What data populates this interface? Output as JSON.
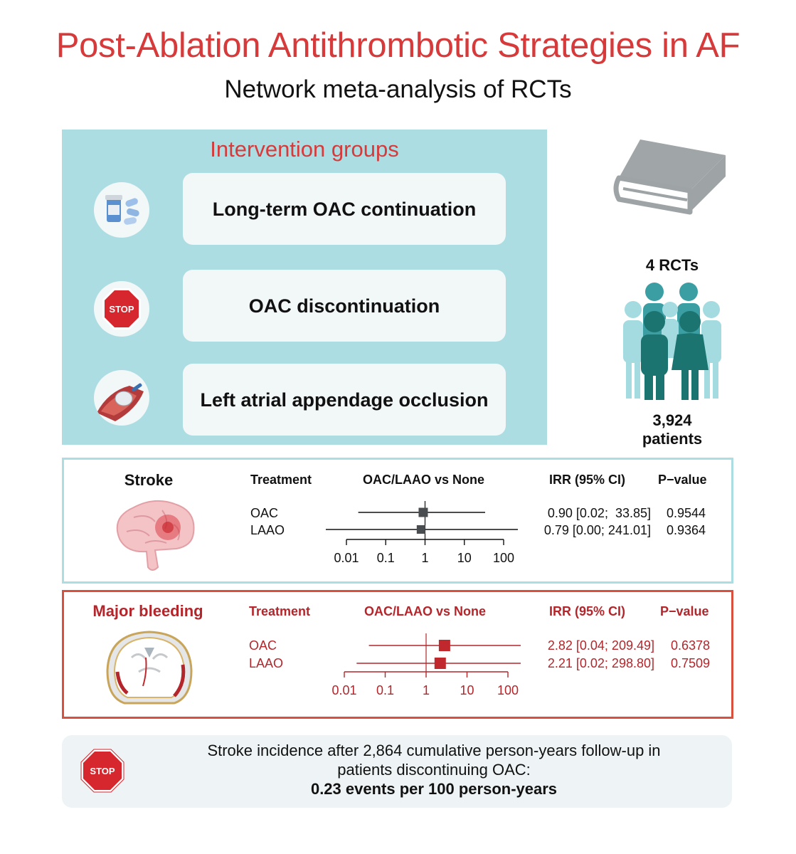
{
  "header": {
    "title": "Post-Ablation Antithrombotic Strategies in AF",
    "subtitle": "Network meta-analysis of RCTs"
  },
  "interventions": {
    "heading": "Intervention groups",
    "items": [
      {
        "label": "Long-term OAC continuation",
        "icon": "pill-bottle-icon"
      },
      {
        "label": "OAC discontinuation",
        "icon": "stop-sign-icon"
      },
      {
        "label": "Left atrial appendage occlusion",
        "icon": "laao-device-icon"
      }
    ],
    "stop_text": "STOP"
  },
  "stats": {
    "rcts": "4 RCTs",
    "patients_number": "3,924",
    "patients_label": "patients",
    "icons": [
      "book-icon",
      "people-group-icon"
    ]
  },
  "chart_data": [
    {
      "type": "forest",
      "outcome": "Stroke",
      "icon": "brain-icon",
      "headers": {
        "treatment": "Treatment",
        "comparison": "OAC/LAAO vs None",
        "estimate": "IRR (95% CI)",
        "pvalue": "P−value"
      },
      "x_scale": "log",
      "xlim": [
        0.01,
        100
      ],
      "ticks": [
        0.01,
        0.1,
        1,
        10,
        100
      ],
      "tick_labels": [
        "0.01",
        "0.1",
        "1",
        "10",
        "100"
      ],
      "reference_line": 1,
      "color": "#111111",
      "marker_color": "#4a4d50",
      "rows": [
        {
          "treatment": "OAC",
          "irr": 0.9,
          "lower": 0.02,
          "upper": 33.85,
          "ci_text": "0.90 [0.02;  33.85]",
          "p": "0.9544"
        },
        {
          "treatment": "LAAO",
          "irr": 0.79,
          "lower": 0.0,
          "upper": 241.01,
          "ci_text": "0.79 [0.00; 241.01]",
          "p": "0.9364"
        }
      ]
    },
    {
      "type": "forest",
      "outcome": "Major bleeding",
      "icon": "head-bleeding-icon",
      "headers": {
        "treatment": "Treatment",
        "comparison": "OAC/LAAO vs None",
        "estimate": "IRR (95% CI)",
        "pvalue": "P−value"
      },
      "x_scale": "log",
      "xlim": [
        0.01,
        100
      ],
      "ticks": [
        0.01,
        0.1,
        1,
        10,
        100
      ],
      "tick_labels": [
        "0.01",
        "0.1",
        "1",
        "10",
        "100"
      ],
      "reference_line": 1,
      "color": "#b3262b",
      "marker_color": "#c0282d",
      "rows": [
        {
          "treatment": "OAC",
          "irr": 2.82,
          "lower": 0.04,
          "upper": 209.49,
          "ci_text": "2.82 [0.04; 209.49]",
          "p": "0.6378"
        },
        {
          "treatment": "LAAO",
          "irr": 2.21,
          "lower": 0.02,
          "upper": 298.8,
          "ci_text": "2.21 [0.02; 298.80]",
          "p": "0.7509"
        }
      ]
    }
  ],
  "summary": {
    "line1": "Stroke incidence after 2,864 cumulative person-years follow-up in",
    "line2": "patients discontinuing OAC:",
    "line3": "0.23 events per 100 person-years",
    "stop_text": "STOP"
  },
  "colors": {
    "title_red": "#d63a3a",
    "panel_teal": "#acdde3",
    "bleeding_red": "#d9503f",
    "people_dark": "#1c7470",
    "people_mid": "#3a9ea3",
    "people_light": "#a3dbe0",
    "book_gray": "#9ea3a6"
  }
}
